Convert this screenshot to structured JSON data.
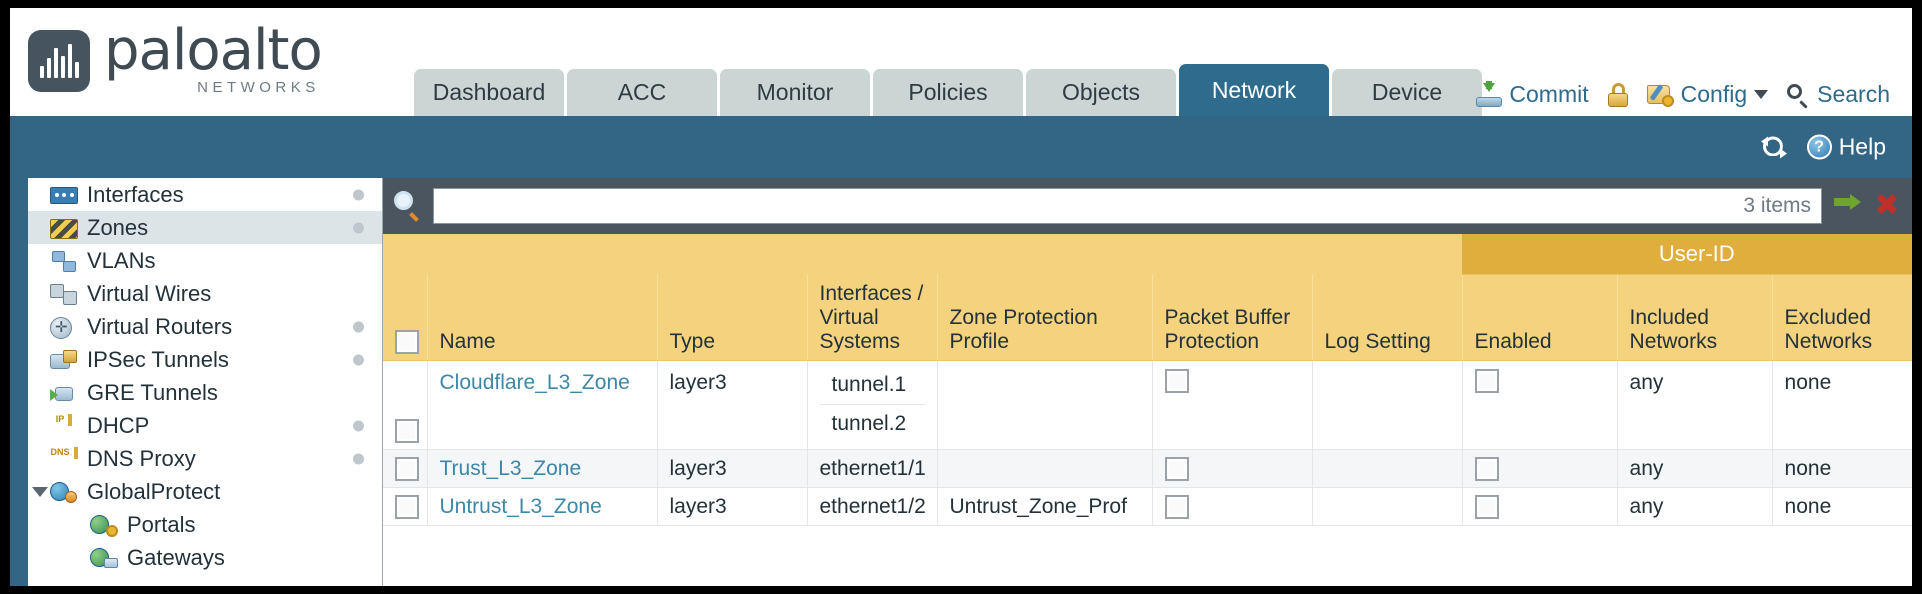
{
  "brand": {
    "name": "paloalto",
    "tagline": "NETWORKS",
    "registered": "®"
  },
  "tabs": [
    {
      "label": "Dashboard",
      "active": false
    },
    {
      "label": "ACC",
      "active": false
    },
    {
      "label": "Monitor",
      "active": false
    },
    {
      "label": "Policies",
      "active": false
    },
    {
      "label": "Objects",
      "active": false
    },
    {
      "label": "Network",
      "active": true
    },
    {
      "label": "Device",
      "active": false
    }
  ],
  "toolbar": {
    "commit_label": "Commit",
    "commit_icon": "commit-disk-icon",
    "lock_icon": "padlock-icon",
    "config_label": "Config",
    "config_icon": "config-wrench-icon",
    "config_caret": "chevron-down-icon",
    "search_label": "Search",
    "search_icon": "magnifier-icon"
  },
  "banner": {
    "refresh_icon": "refresh-icon",
    "help_label": "Help",
    "help_icon": "help-question-icon"
  },
  "sidebar": {
    "items": [
      {
        "label": "Interfaces",
        "icon": "interfaces-icon",
        "dot": true,
        "child": false,
        "selected": false,
        "caret": false
      },
      {
        "label": "Zones",
        "icon": "zones-icon",
        "dot": true,
        "child": false,
        "selected": true,
        "caret": false
      },
      {
        "label": "VLANs",
        "icon": "vlans-icon",
        "dot": false,
        "child": false,
        "selected": false,
        "caret": false
      },
      {
        "label": "Virtual Wires",
        "icon": "virtual-wires-icon",
        "dot": false,
        "child": false,
        "selected": false,
        "caret": false
      },
      {
        "label": "Virtual Routers",
        "icon": "virtual-routers-icon",
        "dot": true,
        "child": false,
        "selected": false,
        "caret": false
      },
      {
        "label": "IPSec Tunnels",
        "icon": "ipsec-tunnels-icon",
        "dot": true,
        "child": false,
        "selected": false,
        "caret": false
      },
      {
        "label": "GRE Tunnels",
        "icon": "gre-tunnels-icon",
        "dot": false,
        "child": false,
        "selected": false,
        "caret": false
      },
      {
        "label": "DHCP",
        "icon": "dhcp-icon",
        "dot": true,
        "child": false,
        "selected": false,
        "caret": false
      },
      {
        "label": "DNS Proxy",
        "icon": "dns-proxy-icon",
        "dot": true,
        "child": false,
        "selected": false,
        "caret": false
      },
      {
        "label": "GlobalProtect",
        "icon": "globalprotect-icon",
        "dot": false,
        "child": false,
        "selected": false,
        "caret": true
      },
      {
        "label": "Portals",
        "icon": "portals-icon",
        "dot": false,
        "child": true,
        "selected": false,
        "caret": false
      },
      {
        "label": "Gateways",
        "icon": "gateways-icon",
        "dot": false,
        "child": true,
        "selected": false,
        "caret": false
      }
    ]
  },
  "search": {
    "value": "",
    "placeholder": "",
    "item_count": "3 items",
    "go_icon": "green-arrow-icon",
    "clear_icon": "red-close-icon"
  },
  "table": {
    "group_header": "User-ID",
    "columns": [
      "Name",
      "Type",
      "Interfaces / Virtual Systems",
      "Zone Protection Profile",
      "Packet Buffer Protection",
      "Log Setting",
      "Enabled",
      "Included Networks",
      "Excluded Networks"
    ],
    "rows": [
      {
        "name": "Cloudflare_L3_Zone",
        "type": "layer3",
        "interfaces": [
          "tunnel.1",
          "tunnel.2"
        ],
        "zone_protection_profile": "",
        "packet_buffer_protection": false,
        "log_setting": "",
        "userid_enabled": false,
        "included_networks": "any",
        "excluded_networks": "none"
      },
      {
        "name": "Trust_L3_Zone",
        "type": "layer3",
        "interfaces": [
          "ethernet1/1"
        ],
        "zone_protection_profile": "",
        "packet_buffer_protection": false,
        "log_setting": "",
        "userid_enabled": false,
        "included_networks": "any",
        "excluded_networks": "none"
      },
      {
        "name": "Untrust_L3_Zone",
        "type": "layer3",
        "interfaces": [
          "ethernet1/2"
        ],
        "zone_protection_profile": "Untrust_Zone_Prof",
        "packet_buffer_protection": false,
        "log_setting": "",
        "userid_enabled": false,
        "included_networks": "any",
        "excluded_networks": "none"
      }
    ]
  },
  "colors": {
    "brand_blue": "#336685",
    "active_tab": "#2E6B8C",
    "tab_inactive": "#CBD5D4",
    "table_header": "#F5D27E",
    "group_header": "#DFAE3C",
    "link": "#3D87A8",
    "toolbar_dark": "#4A5560"
  }
}
